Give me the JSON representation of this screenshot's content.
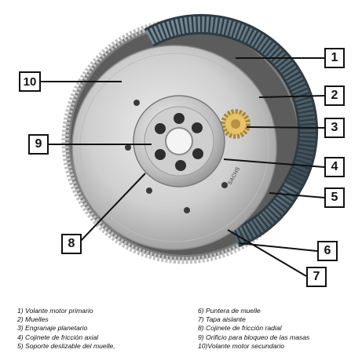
{
  "callouts": [
    "1",
    "2",
    "3",
    "4",
    "5",
    "6",
    "7",
    "8",
    "9",
    "10"
  ],
  "flywheel_marking": "SACHS",
  "legend_left": [
    "1) Volante motor primario",
    "2) Muelles",
    "3) Engranaje planetario",
    "4) Cojinete de fricción axial",
    "5) Soporte deslizable del muelle,"
  ],
  "legend_right": [
    "6) Puntera de muelle",
    "7) Tapa aislante",
    "8) Cojinete de fricción radial",
    "9) Orificio para bloqueo de las masas",
    "10)Volante motor secundario"
  ],
  "colors": {
    "metal_light": "#d7d7d7",
    "metal_mid": "#a9a9a9",
    "metal_dark": "#6e6e6e",
    "spring": "#5a6e7a",
    "planet_gear": "#e6c36b"
  }
}
